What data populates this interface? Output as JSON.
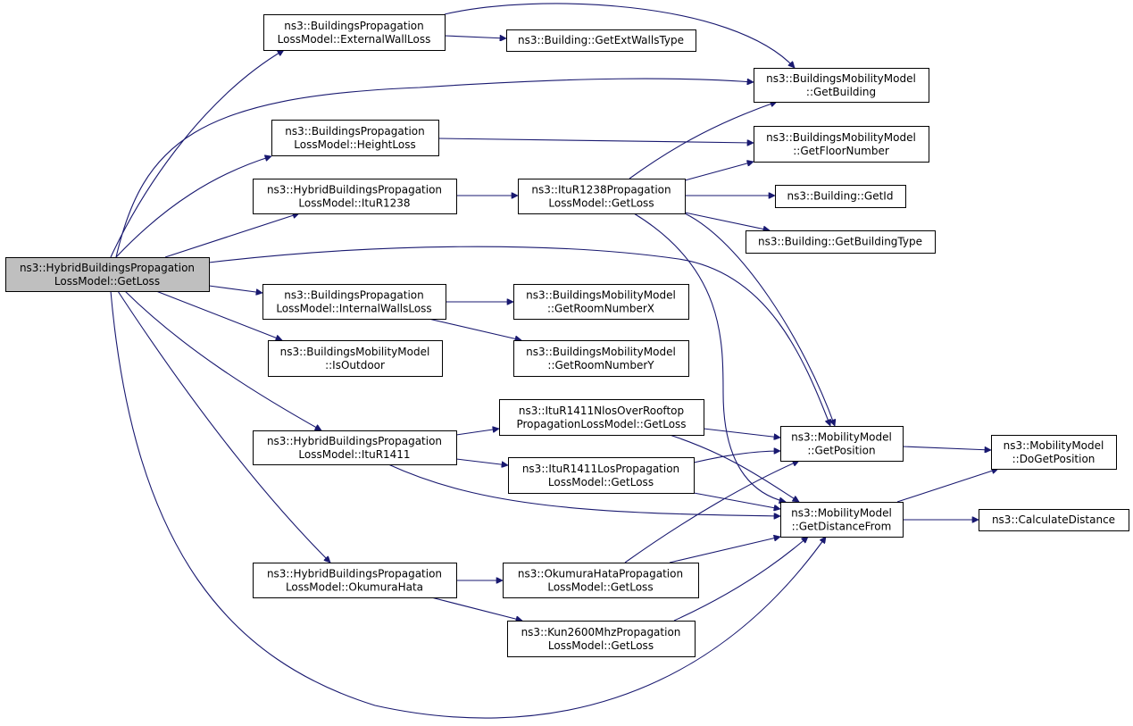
{
  "nodes": [
    {
      "id": "root",
      "l1": "ns3::HybridBuildingsPropagation",
      "l2": "LossModel::GetLoss",
      "root": true
    },
    {
      "id": "extwall",
      "l1": "ns3::BuildingsPropagation",
      "l2": "LossModel::ExternalWallLoss"
    },
    {
      "id": "getextwalls",
      "l1": "ns3::Building::GetExtWallsType",
      "l2": ""
    },
    {
      "id": "getbuilding",
      "l1": "ns3::BuildingsMobilityModel",
      "l2": "::GetBuilding"
    },
    {
      "id": "heightloss",
      "l1": "ns3::BuildingsPropagation",
      "l2": "LossModel::HeightLoss"
    },
    {
      "id": "getfloor",
      "l1": "ns3::BuildingsMobilityModel",
      "l2": "::GetFloorNumber"
    },
    {
      "id": "itur1238",
      "l1": "ns3::HybridBuildingsPropagation",
      "l2": "LossModel::ItuR1238"
    },
    {
      "id": "itur1238loss",
      "l1": "ns3::ItuR1238Propagation",
      "l2": "LossModel::GetLoss"
    },
    {
      "id": "getid",
      "l1": "ns3::Building::GetId",
      "l2": ""
    },
    {
      "id": "getbtype",
      "l1": "ns3::Building::GetBuildingType",
      "l2": ""
    },
    {
      "id": "intwall",
      "l1": "ns3::BuildingsPropagation",
      "l2": "LossModel::InternalWallsLoss"
    },
    {
      "id": "roomx",
      "l1": "ns3::BuildingsMobilityModel",
      "l2": "::GetRoomNumberX"
    },
    {
      "id": "roomy",
      "l1": "ns3::BuildingsMobilityModel",
      "l2": "::GetRoomNumberY"
    },
    {
      "id": "isoutdoor",
      "l1": "ns3::BuildingsMobilityModel",
      "l2": "::IsOutdoor"
    },
    {
      "id": "nlos",
      "l1": "ns3::ItuR1411NlosOverRooftop",
      "l2": "PropagationLossModel::GetLoss"
    },
    {
      "id": "itur1411",
      "l1": "ns3::HybridBuildingsPropagation",
      "l2": "LossModel::ItuR1411"
    },
    {
      "id": "los",
      "l1": "ns3::ItuR1411LosPropagation",
      "l2": "LossModel::GetLoss"
    },
    {
      "id": "getpos",
      "l1": "ns3::MobilityModel",
      "l2": "::GetPosition"
    },
    {
      "id": "dogetpos",
      "l1": "ns3::MobilityModel",
      "l2": "::DoGetPosition"
    },
    {
      "id": "getdist",
      "l1": "ns3::MobilityModel",
      "l2": "::GetDistanceFrom"
    },
    {
      "id": "calcdist",
      "l1": "ns3::CalculateDistance",
      "l2": ""
    },
    {
      "id": "okumura",
      "l1": "ns3::HybridBuildingsPropagation",
      "l2": "LossModel::OkumuraHata"
    },
    {
      "id": "okumuraloss",
      "l1": "ns3::OkumuraHataPropagation",
      "l2": "LossModel::GetLoss"
    },
    {
      "id": "kun",
      "l1": "ns3::Kun2600MhzPropagation",
      "l2": "LossModel::GetLoss"
    }
  ],
  "colors": {
    "edge": "#191970",
    "root_fill": "#bfbfbf",
    "node_fill": "#ffffff",
    "border": "#000000"
  }
}
